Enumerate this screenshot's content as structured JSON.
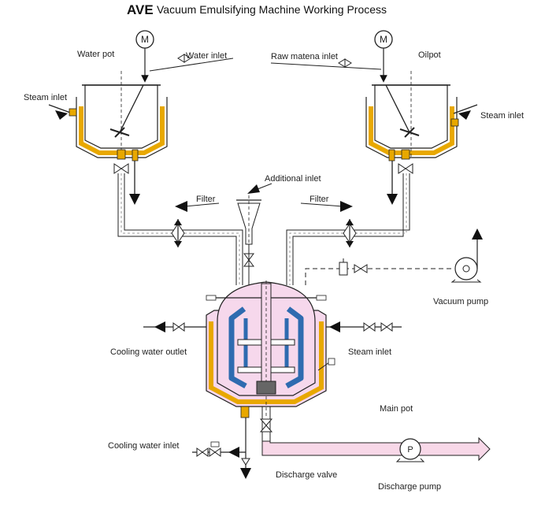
{
  "title": {
    "brand": "AVE",
    "text": "Vacuum Emulsifying Machine Working Process"
  },
  "motor_symbol": "M",
  "pump_symbol": "P",
  "labels": {
    "water_pot": "Water pot",
    "water_inlet": "Water inlet",
    "raw_material_inlet": "Raw matena inlet",
    "oil_pot": "Oilpot",
    "steam_inlet_left": "Steam inlet",
    "steam_inlet_right": "Steam inlet",
    "additional_inlet": "Additional inlet",
    "filter_left": "Filter",
    "filter_right": "Filter",
    "vacuum_pump": "Vacuum pump",
    "cooling_water_outlet": "Cooling water outlet",
    "steam_inlet_main": "Steam inlet",
    "main_pot": "Main pot",
    "cooling_water_inlet": "Cooling water inlet",
    "discharge_valve": "Discharge valve",
    "discharge_pump": "Discharge pump"
  },
  "colors": {
    "jacket": "#e8a800",
    "vessel_fill": "#f6d8ec",
    "agitator": "#2e6bb0",
    "pipe_fill": "#f2f2f2",
    "line": "#222222",
    "discharge_fill": "#f8d8e8"
  }
}
